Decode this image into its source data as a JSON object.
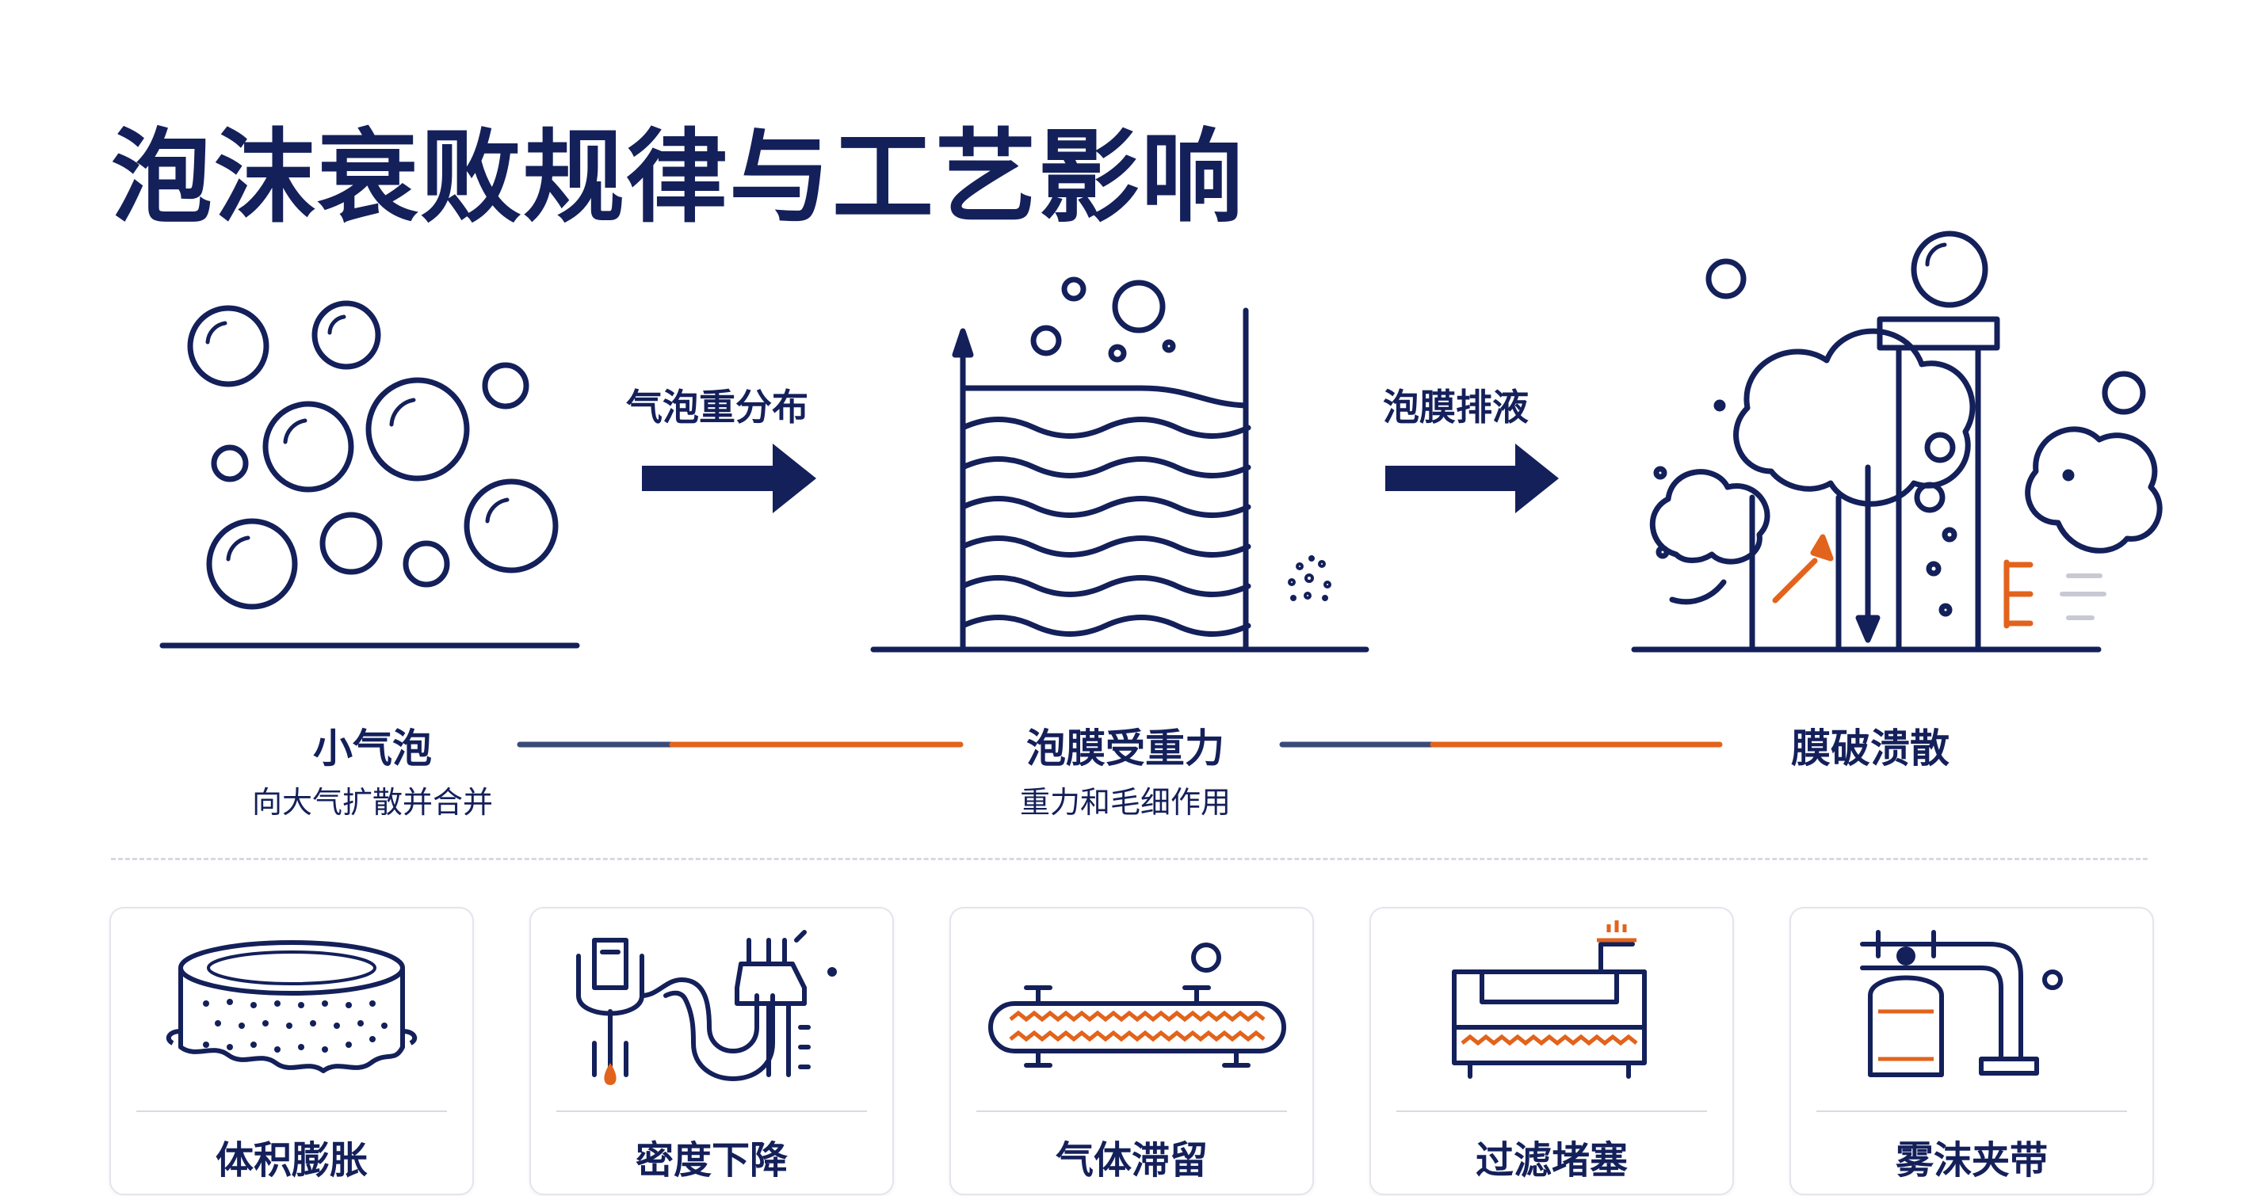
{
  "title": "泡沫衰败规律与工艺影响",
  "process": {
    "arrows": [
      "气泡重分布",
      "泡膜排液"
    ],
    "stages": [
      {
        "label": "小气泡",
        "sub": "向大气扩散并合并"
      },
      {
        "label": "泡膜受重力",
        "sub": "重力和毛细作用"
      },
      {
        "label": "膜破溃散",
        "sub": ""
      }
    ]
  },
  "impacts": [
    {
      "label": "体积膨胀",
      "icon": "foam-drum-icon"
    },
    {
      "label": "密度下降",
      "icon": "pipes-separator-icon"
    },
    {
      "label": "气体滞留",
      "icon": "heat-exchanger-icon"
    },
    {
      "label": "过滤堵塞",
      "icon": "filter-tank-icon"
    },
    {
      "label": "雾沫夹带",
      "icon": "column-entrainment-icon"
    }
  ],
  "colors": {
    "navy": "#14205a",
    "orange": "#e2631c",
    "grey": "#c7cad3"
  }
}
